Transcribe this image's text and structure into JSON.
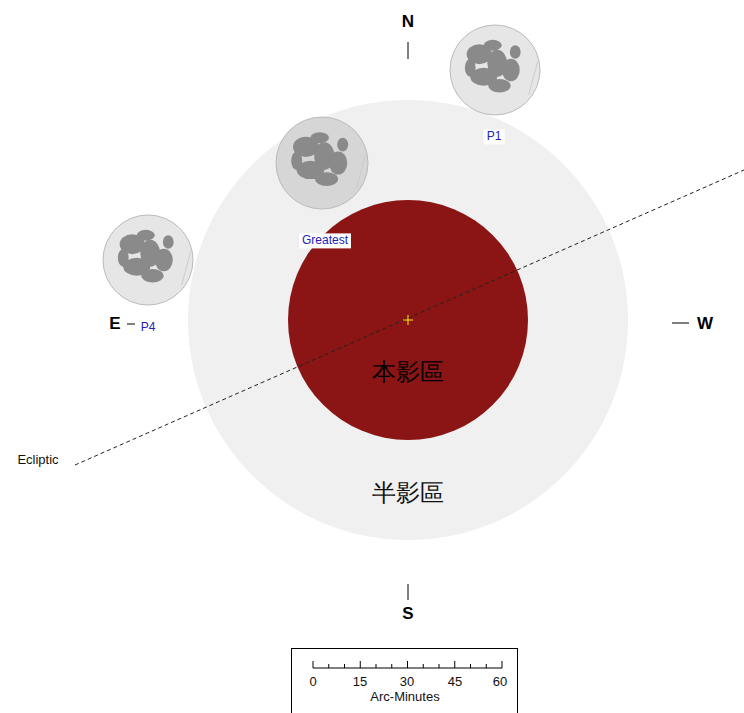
{
  "diagram": {
    "nodes": [
      {
        "text": [
          "半影區"
        ]
      },
      {
        "text": [
          "本影區"
        ],
        "in": 0
      }
    ],
    "labels": [
      "N",
      "P1",
      "Greatest",
      "E",
      "P4",
      "W",
      "Ecliptic",
      "S",
      "0",
      "15",
      "30",
      "45",
      "60",
      "Arc-Minutes"
    ]
  }
}
